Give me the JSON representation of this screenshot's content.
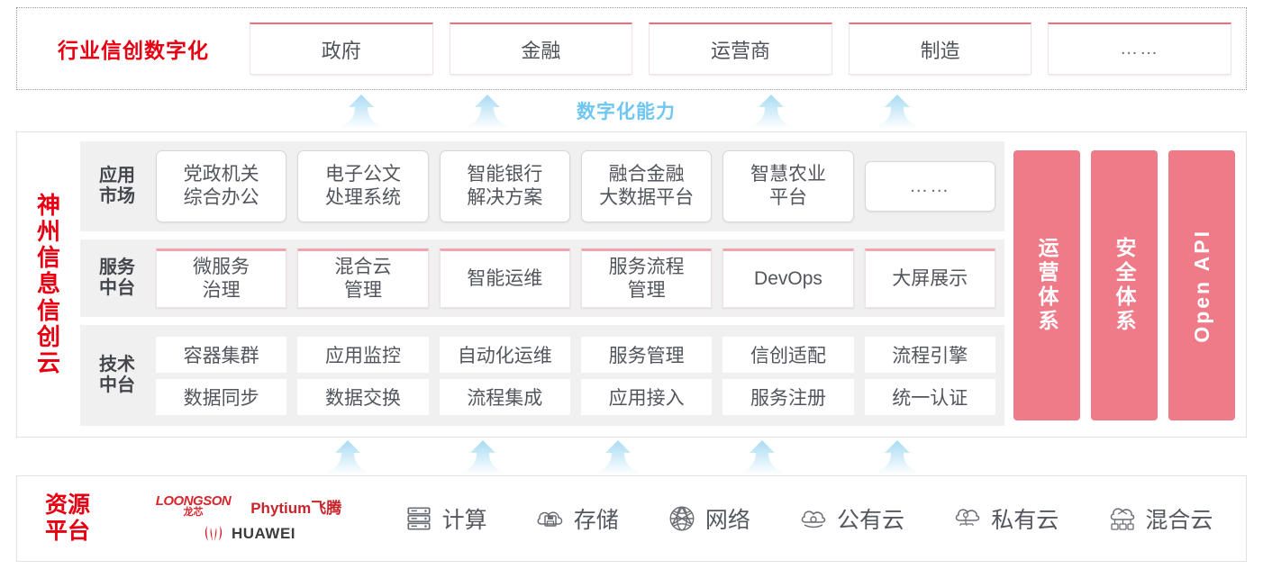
{
  "industry": {
    "title": "行业信创数字化",
    "boxes": [
      {
        "label": "政府"
      },
      {
        "label": "金融"
      },
      {
        "label": "运营商"
      },
      {
        "label": "制造"
      },
      {
        "label": "……"
      }
    ]
  },
  "capability": {
    "label": "数字化能力",
    "arrow_color": "#bfe4f7"
  },
  "cloud": {
    "title": "神州信息信创云",
    "layers": {
      "app": {
        "label": "应用\n市场",
        "label_line1": "应用",
        "label_line2": "市场",
        "items": [
          {
            "line1": "党政机关",
            "line2": "综合办公"
          },
          {
            "line1": "电子公文",
            "line2": "处理系统"
          },
          {
            "line1": "智能银行",
            "line2": "解决方案"
          },
          {
            "line1": "融合金融",
            "line2": "大数据平台"
          },
          {
            "line1": "智慧农业",
            "line2": "平台"
          },
          {
            "line1": "……",
            "line2": ""
          }
        ]
      },
      "service": {
        "label_line1": "服务",
        "label_line2": "中台",
        "items": [
          {
            "line1": "微服务",
            "line2": "治理"
          },
          {
            "line1": "混合云",
            "line2": "管理"
          },
          {
            "line1": "智能运维",
            "line2": ""
          },
          {
            "line1": "服务流程",
            "line2": "管理"
          },
          {
            "line1": "DevOps",
            "line2": ""
          },
          {
            "line1": "大屏展示",
            "line2": ""
          }
        ]
      },
      "tech": {
        "label_line1": "技术",
        "label_line2": "中台",
        "row1": [
          "容器集群",
          "应用监控",
          "自动化运维",
          "服务管理",
          "信创适配",
          "流程引擎"
        ],
        "row2": [
          "数据同步",
          "数据交换",
          "流程集成",
          "应用接入",
          "服务注册",
          "统一认证"
        ]
      }
    },
    "pillars": [
      {
        "label": "运营体系",
        "script": "cjk"
      },
      {
        "label": "安全体系",
        "script": "cjk"
      },
      {
        "label": "Open API",
        "script": "latin"
      }
    ],
    "pillar_color": "#ef7b89"
  },
  "resource": {
    "title_line1": "资源",
    "title_line2": "平台",
    "vendors": [
      {
        "name": "LOONGSON",
        "sub": "龙芯",
        "icon": "loongson-logo"
      },
      {
        "name": "Phytium飞腾",
        "icon": "phytium-logo"
      },
      {
        "name": "HUAWEI",
        "icon": "huawei-logo"
      }
    ],
    "items": [
      {
        "label": "计算",
        "icon": "server-icon"
      },
      {
        "label": "存储",
        "icon": "cloud-storage-icon"
      },
      {
        "label": "网络",
        "icon": "network-mesh-icon"
      },
      {
        "label": "公有云",
        "icon": "public-cloud-icon"
      },
      {
        "label": "私有云",
        "icon": "private-cloud-icon"
      },
      {
        "label": "混合云",
        "icon": "hybrid-cloud-icon"
      }
    ]
  },
  "colors": {
    "brand_red": "#e60012",
    "pink": "#ef7b89",
    "arrow_blue": "#bfe4f7",
    "capability_blue": "#6fc6f0"
  }
}
